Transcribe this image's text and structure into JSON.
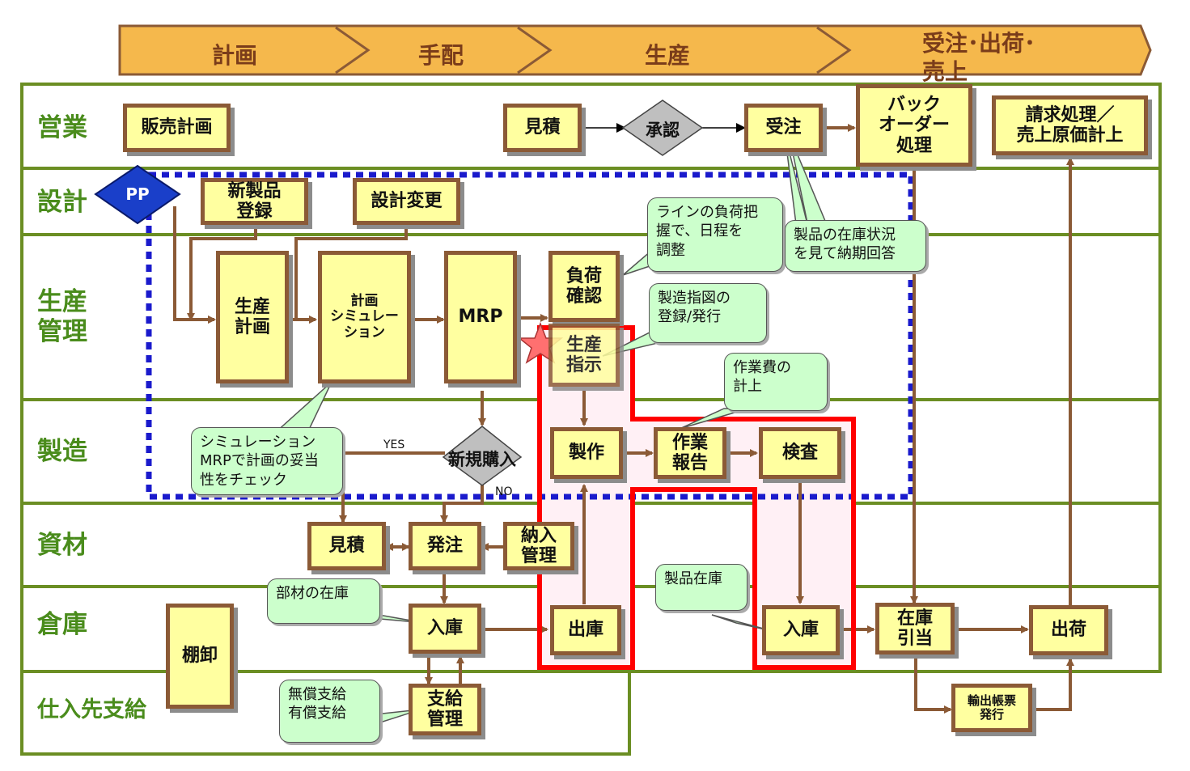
{
  "phases": {
    "p1": "計画",
    "p2": "手配",
    "p3": "生産",
    "p4": "受注･出荷･\n売上"
  },
  "lanes": {
    "sales": "営業",
    "design": "設計",
    "prod_mgmt": "生産\n管理",
    "mfg": "製造",
    "materials": "資材",
    "warehouse": "倉庫",
    "supplier": "仕入先支給"
  },
  "boxes": {
    "sales_plan": "販売計画",
    "quote_sales": "見積",
    "order_received": "受注",
    "backorder": "バック\nオーダー\n処理",
    "billing": "請求処理／\n売上原価計上",
    "new_product": "新製品\n登録",
    "design_change": "設計変更",
    "prod_plan": "生産\n計画",
    "plan_sim": "計画\nシミュレー\nション",
    "mrp": "MRP",
    "load_check": "負荷\n確認",
    "prod_instruction": "生産\n指示",
    "manufacture": "製作",
    "work_report": "作業\n報告",
    "inspection": "検査",
    "quote_materials": "見積",
    "purchase_order": "発注",
    "delivery_mgmt": "納入\n管理",
    "stocktake": "棚卸",
    "receive_parts": "入庫",
    "issue_parts": "出庫",
    "receive_products": "入庫",
    "stock_allocation": "在庫\n引当",
    "shipping": "出荷",
    "export_docs": "輸出帳票\n発行",
    "supply_mgmt": "支給\n管理"
  },
  "diamonds": {
    "approval": "承認",
    "new_purchase": "新規購入",
    "pp_badge": "PP"
  },
  "branch_labels": {
    "yes": "YES",
    "no": "NO"
  },
  "callouts": {
    "line_load": "ラインの負荷把\n握で、日程を\n調整",
    "stock_reply": "製品の在庫状況\nを見て納期回答",
    "instruction_issue": "製造指図の\n登録/発行",
    "work_cost": "作業費の\n計上",
    "sim_check": "シミュレーション\nMRPで計画の妥当\n性をチェック",
    "parts_stock": "部材の在庫",
    "product_stock": "製品在庫",
    "supply_types": "無償支給\n有償支給"
  },
  "colors": {
    "phase_fill": "#f5b84c",
    "phase_edge": "#8b5a36",
    "lane_border": "#6b8e23",
    "box_fill": "#ffffa0",
    "box_border": "#8b5a36",
    "arrow": "#8b5a36",
    "callout_fill": "#ccffcc",
    "scope_dotted": "#1a1acc",
    "highlight_red": "#ff0000",
    "highlight_pink": "#fff0f5",
    "lane_text": "#4a8c1c",
    "pp_fill": "#1a3fc9",
    "star": "#ff7070"
  }
}
